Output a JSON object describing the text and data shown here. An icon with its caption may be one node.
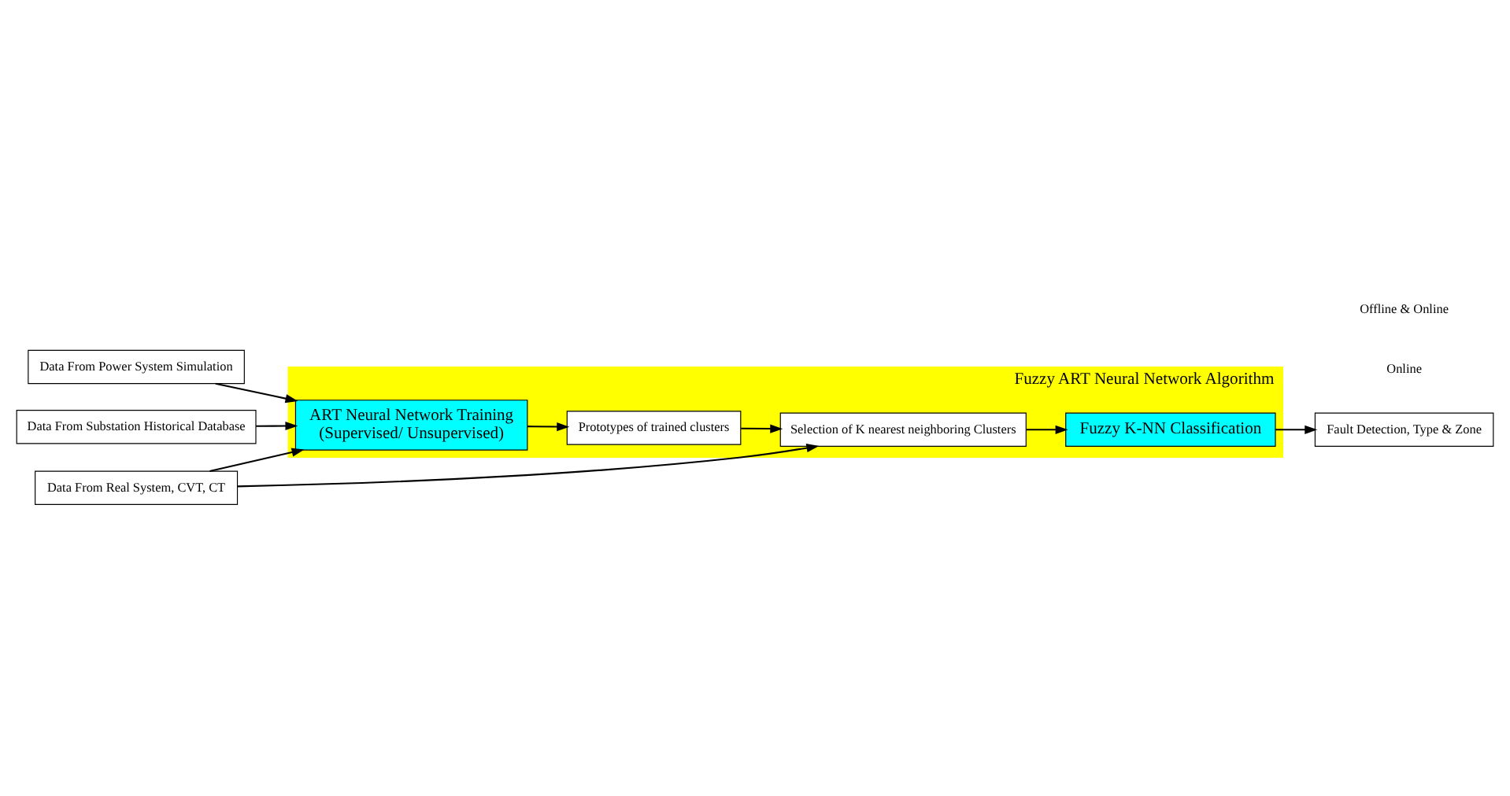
{
  "diagram": {
    "nodes": [
      {
        "text": [
          "Fuzzy ART Neural Network Algorithm"
        ]
      },
      {
        "text": [
          "Data From Power System Simulation"
        ]
      },
      {
        "text": [
          "Data From Substation Historical Database"
        ]
      },
      {
        "text": [
          "Data From Real System, CVT, CT"
        ]
      },
      {
        "text": [
          "ART Neural Network Training",
          "(Supervised/ Unsupervised)"
        ],
        "in": 0
      },
      {
        "text": [
          "Prototypes of trained clusters"
        ],
        "in": 0
      },
      {
        "text": [
          "Selection of K nearest neighboring Clusters"
        ],
        "in": 0
      },
      {
        "text": [
          "Fuzzy K-NN Classification"
        ],
        "in": 0
      },
      {
        "text": [
          "Fault Detection, Type & Zone"
        ]
      }
    ],
    "edges": [
      {
        "from": 1,
        "to": 4,
        "arrow": "to"
      },
      {
        "from": 2,
        "to": 4,
        "arrow": "to"
      },
      {
        "from": 3,
        "to": 4,
        "arrow": "to"
      },
      {
        "from": 3,
        "to": 6,
        "arrow": "to"
      },
      {
        "from": 4,
        "to": 5,
        "arrow": "to"
      },
      {
        "from": 5,
        "to": 6,
        "arrow": "to"
      },
      {
        "from": 6,
        "to": 7,
        "arrow": "to"
      },
      {
        "from": 7,
        "to": 8,
        "arrow": "to"
      }
    ],
    "labels": [
      "Offline & Online",
      "Online"
    ]
  }
}
